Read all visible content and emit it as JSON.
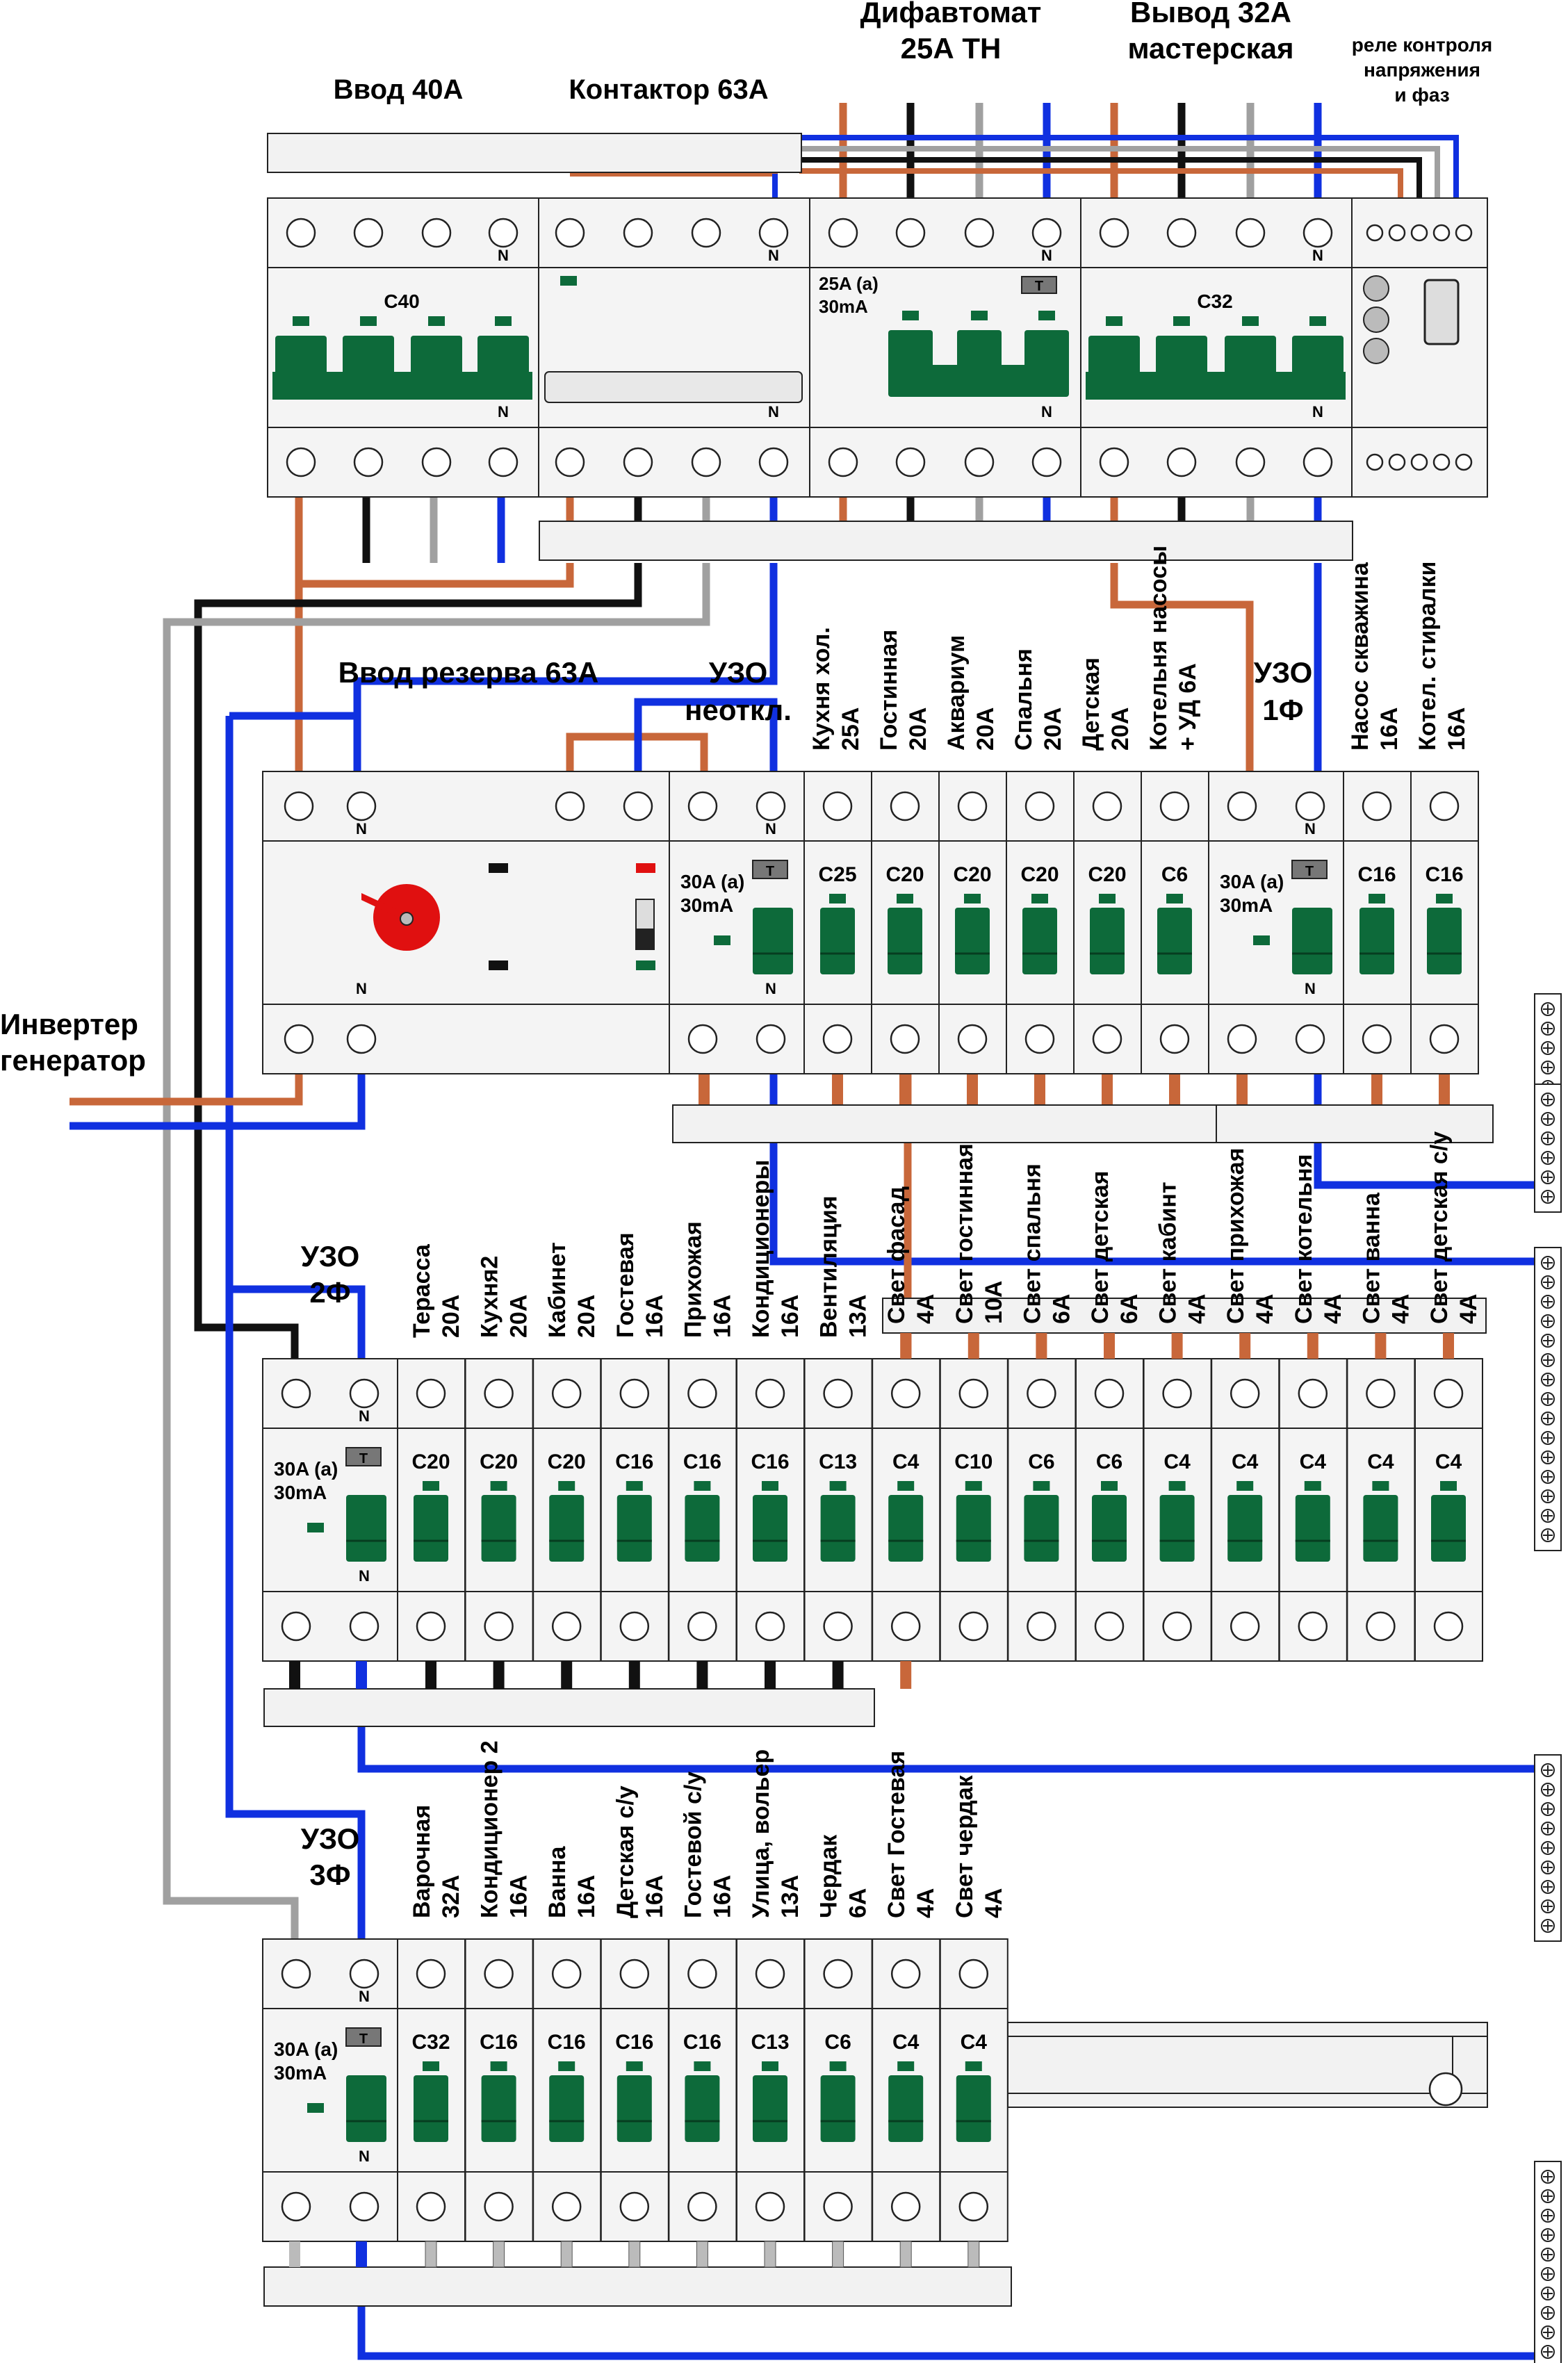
{
  "colors": {
    "phase_brown": "#c8673a",
    "phase_black": "#111111",
    "phase_gray": "#a0a0a0",
    "neutral_blue": "#1030e0",
    "breaker_green": "#0d6a3a",
    "rotary_red": "#e01010"
  },
  "top_labels": {
    "input": "Ввод 40А",
    "contactor": "Контактор 63А",
    "rcbo_l1": "Дифавтомат",
    "rcbo_l2": "25А ТН",
    "out_l1": "Вывод 32А",
    "out_l2": "мастерская",
    "relay_l1": "реле контроля",
    "relay_l2": "напряжения",
    "relay_l3": "и фаз"
  },
  "top_devices": {
    "c40": "C40",
    "rcbo_l1": "25A (a)",
    "rcbo_l2": "30mA",
    "c32": "C32",
    "t": "T",
    "n": "N"
  },
  "row1": {
    "reserve": "Ввод резерва 63А",
    "rcd_l1": "УЗО",
    "rcd_l2": "неоткл.",
    "rcd1_l1": "УЗО",
    "rcd1_l2": "1Ф",
    "inverter_l1": "Инвертер",
    "inverter_l2": "генератор",
    "rcd_a": "30A (a)",
    "rcd_ma": "30mA",
    "groups": [
      {
        "name": "Кухня хол.",
        "amp": "25А",
        "rating": "C25"
      },
      {
        "name": "Гостинная",
        "amp": "20А",
        "rating": "C20"
      },
      {
        "name": "Аквариум",
        "amp": "20А",
        "rating": "C20"
      },
      {
        "name": "Спальня",
        "amp": "20А",
        "rating": "C20"
      },
      {
        "name": "Детская",
        "amp": "20А",
        "rating": "C20"
      },
      {
        "name": "Котельня насосы",
        "amp": "+ УД   6А",
        "rating": "C6"
      },
      {
        "name": "Насос скважина",
        "amp": "16А",
        "rating": "C16"
      },
      {
        "name": "Котел. стиралки",
        "amp": "16А",
        "rating": "C16"
      }
    ]
  },
  "row2": {
    "rcd_l1": "УЗО",
    "rcd_l2": "2Ф",
    "rcd_a": "30A (a)",
    "rcd_ma": "30mA",
    "groups": [
      {
        "name": "Терасса",
        "amp": "20А",
        "rating": "C20"
      },
      {
        "name": "Кухня2",
        "amp": "20А",
        "rating": "C20"
      },
      {
        "name": "Кабинет",
        "amp": "20А",
        "rating": "C20"
      },
      {
        "name": "Гостевая",
        "amp": "16А",
        "rating": "C16"
      },
      {
        "name": "Прихожая",
        "amp": "16А",
        "rating": "C16"
      },
      {
        "name": "Кондиционеры",
        "amp": "16А",
        "rating": "C16"
      },
      {
        "name": "Вентиляция",
        "amp": "13А",
        "rating": "C13"
      },
      {
        "name": "Свет фасад",
        "amp": "4А",
        "rating": "C4"
      },
      {
        "name": "Свет гостинная",
        "amp": "10А",
        "rating": "C10"
      },
      {
        "name": "Свет спальня",
        "amp": "6А",
        "rating": "C6"
      },
      {
        "name": "Свет детская",
        "amp": "6А",
        "rating": "C6"
      },
      {
        "name": "Свет кабинт",
        "amp": "4А",
        "rating": "C4"
      },
      {
        "name": "Свет прихожая",
        "amp": "4А",
        "rating": "C4"
      },
      {
        "name": "Свет котельня",
        "amp": "4А",
        "rating": "C4"
      },
      {
        "name": "Свет ванна",
        "amp": "4А",
        "rating": "C4"
      },
      {
        "name": "Свет детская с/у",
        "amp": "4А",
        "rating": "C4"
      }
    ]
  },
  "row3": {
    "rcd_l1": "УЗО",
    "rcd_l2": "3Ф",
    "rcd_a": "30A (a)",
    "rcd_ma": "30mA",
    "groups": [
      {
        "name": "Варочная",
        "amp": "32А",
        "rating": "C32"
      },
      {
        "name": "Кондиционер 2",
        "amp": "16А",
        "rating": "C16"
      },
      {
        "name": "Ванна",
        "amp": "16А",
        "rating": "C16"
      },
      {
        "name": "Детская с/у",
        "amp": "16А",
        "rating": "C16"
      },
      {
        "name": "Гостевой с/у",
        "amp": "16А",
        "rating": "C16"
      },
      {
        "name": "Улица, вольер",
        "amp": "13А",
        "rating": "C13"
      },
      {
        "name": "Чердак",
        "amp": "6А",
        "rating": "C6"
      },
      {
        "name": "Свет Гостевая",
        "amp": "4А",
        "rating": "C4"
      },
      {
        "name": "Свет чердак",
        "amp": "4А",
        "rating": "C4"
      }
    ]
  }
}
